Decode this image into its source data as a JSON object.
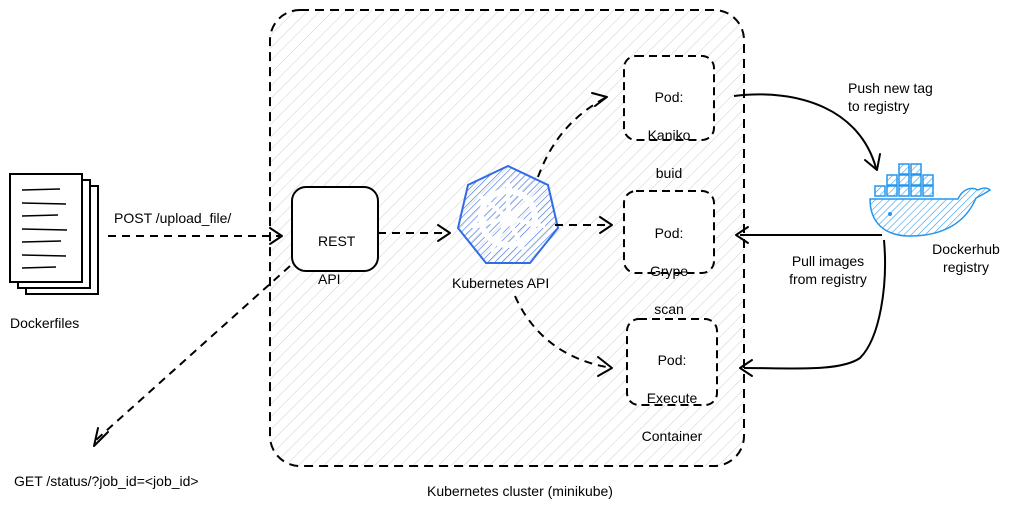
{
  "cluster": {
    "label": "Kubernetes cluster (minikube)"
  },
  "dockerfiles": {
    "label": "Dockerfiles"
  },
  "rest_api": {
    "line1": "REST",
    "line2": "API"
  },
  "kubernetes_api": {
    "label": "Kubernetes API"
  },
  "pods": {
    "kaniko": {
      "line1": "Pod:",
      "line2": "Kaniko",
      "line3": "buid"
    },
    "grype": {
      "line1": "Pod:",
      "line2": "Grype",
      "line3": "scan"
    },
    "execute": {
      "line1": "Pod:",
      "line2": "Execute",
      "line3": "Container"
    }
  },
  "dockerhub": {
    "line1": "Dockerhub",
    "line2": "registry"
  },
  "edges": {
    "post_upload": "POST /upload_file/",
    "get_status": "GET /status/?job_id=<job_id>",
    "push_tag_line1": "Push new tag",
    "push_tag_line2": "to registry",
    "pull_images_line1": "Pull images",
    "pull_images_line2": "from registry"
  },
  "colors": {
    "kubernetes_blue": "#326ce5",
    "docker_blue": "#2496ed",
    "hatch": "#cfcfcf"
  },
  "icons": [
    "document-stack-icon",
    "kubernetes-helm-icon",
    "docker-whale-icon"
  ]
}
